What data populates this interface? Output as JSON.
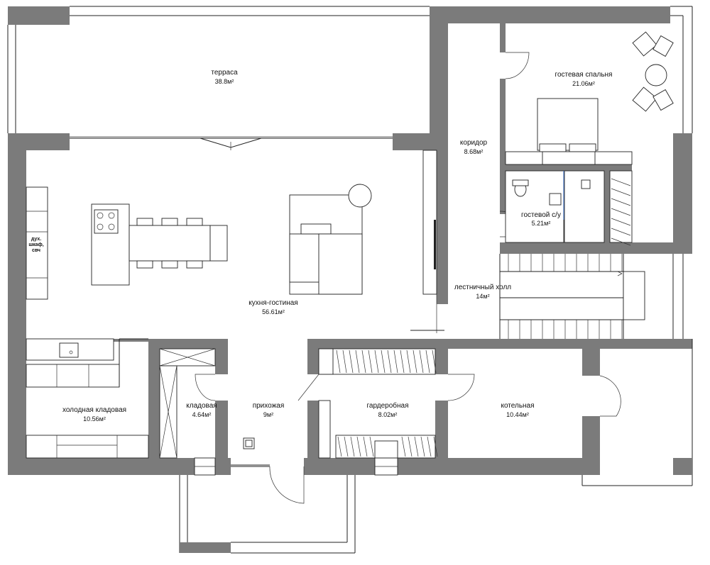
{
  "rooms": {
    "terrace": {
      "name": "терраса",
      "area": "38.8м²"
    },
    "corridor": {
      "name": "коридор",
      "area": "8.68м²"
    },
    "guest_bedroom": {
      "name": "гостевая спальня",
      "area": "21.06м²"
    },
    "guest_wc": {
      "name": "гостевой с/у",
      "area": "5.21м²"
    },
    "kitchen_living": {
      "name": "кухня-гостиная",
      "area": "56.61м²"
    },
    "stair_hall": {
      "name": "лестничный холл",
      "area": "14м²"
    },
    "cold_pantry": {
      "name": "холодная кладовая",
      "area": "10.56м²"
    },
    "storage": {
      "name": "кладовая",
      "area": "4.64м²"
    },
    "entrance_hall": {
      "name": "прихожая",
      "area": "9м²"
    },
    "wardrobe": {
      "name": "гардеробная",
      "area": "8.02м²"
    },
    "boiler": {
      "name": "котельная",
      "area": "10.44м²"
    }
  },
  "kitchen_cabinet_label": {
    "line1": "дух.",
    "line2": "шкаф,",
    "line3": "свч"
  }
}
